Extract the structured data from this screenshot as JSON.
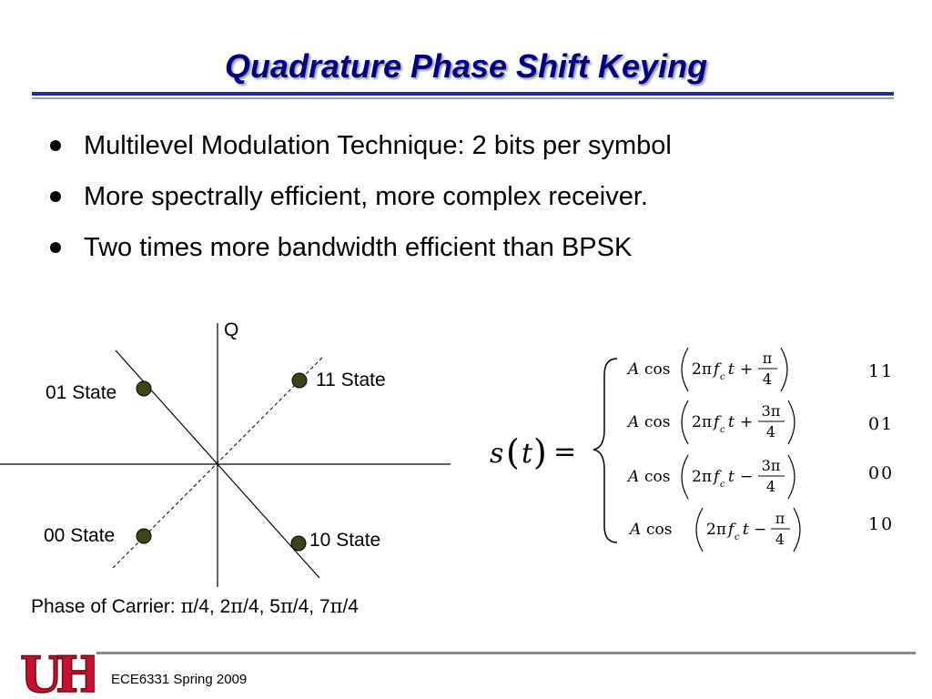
{
  "slide": {
    "title": "Quadrature Phase Shift Keying",
    "bullets": [
      "Multilevel Modulation Technique: 2 bits per symbol",
      "More spectrally efficient, more complex receiver.",
      "Two times more bandwidth efficient than BPSK"
    ]
  },
  "constellation": {
    "q_axis_label": "Q",
    "labels": {
      "s01": "01 State",
      "s11": "11 State",
      "s00": "00 State",
      "s10": "10 State"
    },
    "phase_prefix": "Phase of Carrier: ",
    "phase_values": [
      {
        "num": "",
        "sep": "/4, "
      },
      {
        "num": "2",
        "sep": "/4, "
      },
      {
        "num": "5",
        "sep": "/4, "
      },
      {
        "num": "7",
        "sep": "/4"
      }
    ],
    "pi_symbol": "π"
  },
  "equation": {
    "lhs_s": "s",
    "lhs_t": "t",
    "equals": "=",
    "rows": [
      {
        "amp": "A",
        "cos": "cos",
        "two_pi": "2π",
        "f": "f",
        "sub": "c",
        "t": "t",
        "sign": "+",
        "num": "π",
        "den": "4",
        "bits": "11"
      },
      {
        "amp": "A",
        "cos": "cos",
        "two_pi": "2π",
        "f": "f",
        "sub": "c",
        "t": "t",
        "sign": "+",
        "num": "3π",
        "den": "4",
        "bits": "01"
      },
      {
        "amp": "A",
        "cos": "cos",
        "two_pi": "2π",
        "f": "f",
        "sub": "c",
        "t": "t",
        "sign": "−",
        "num": "3π",
        "den": "4",
        "bits": "00"
      },
      {
        "amp": "A",
        "cos": "cos",
        "two_pi": "2π",
        "f": "f",
        "sub": "c",
        "t": "t",
        "sign": "−",
        "num": "π",
        "den": "4",
        "bits": "10"
      }
    ]
  },
  "footer": {
    "course": "ECE6331 Spring 2009",
    "logo_text": "UH"
  },
  "colors": {
    "title": "#000080",
    "constellation_point": "#3d4418",
    "logo_red": "#c8102e"
  }
}
